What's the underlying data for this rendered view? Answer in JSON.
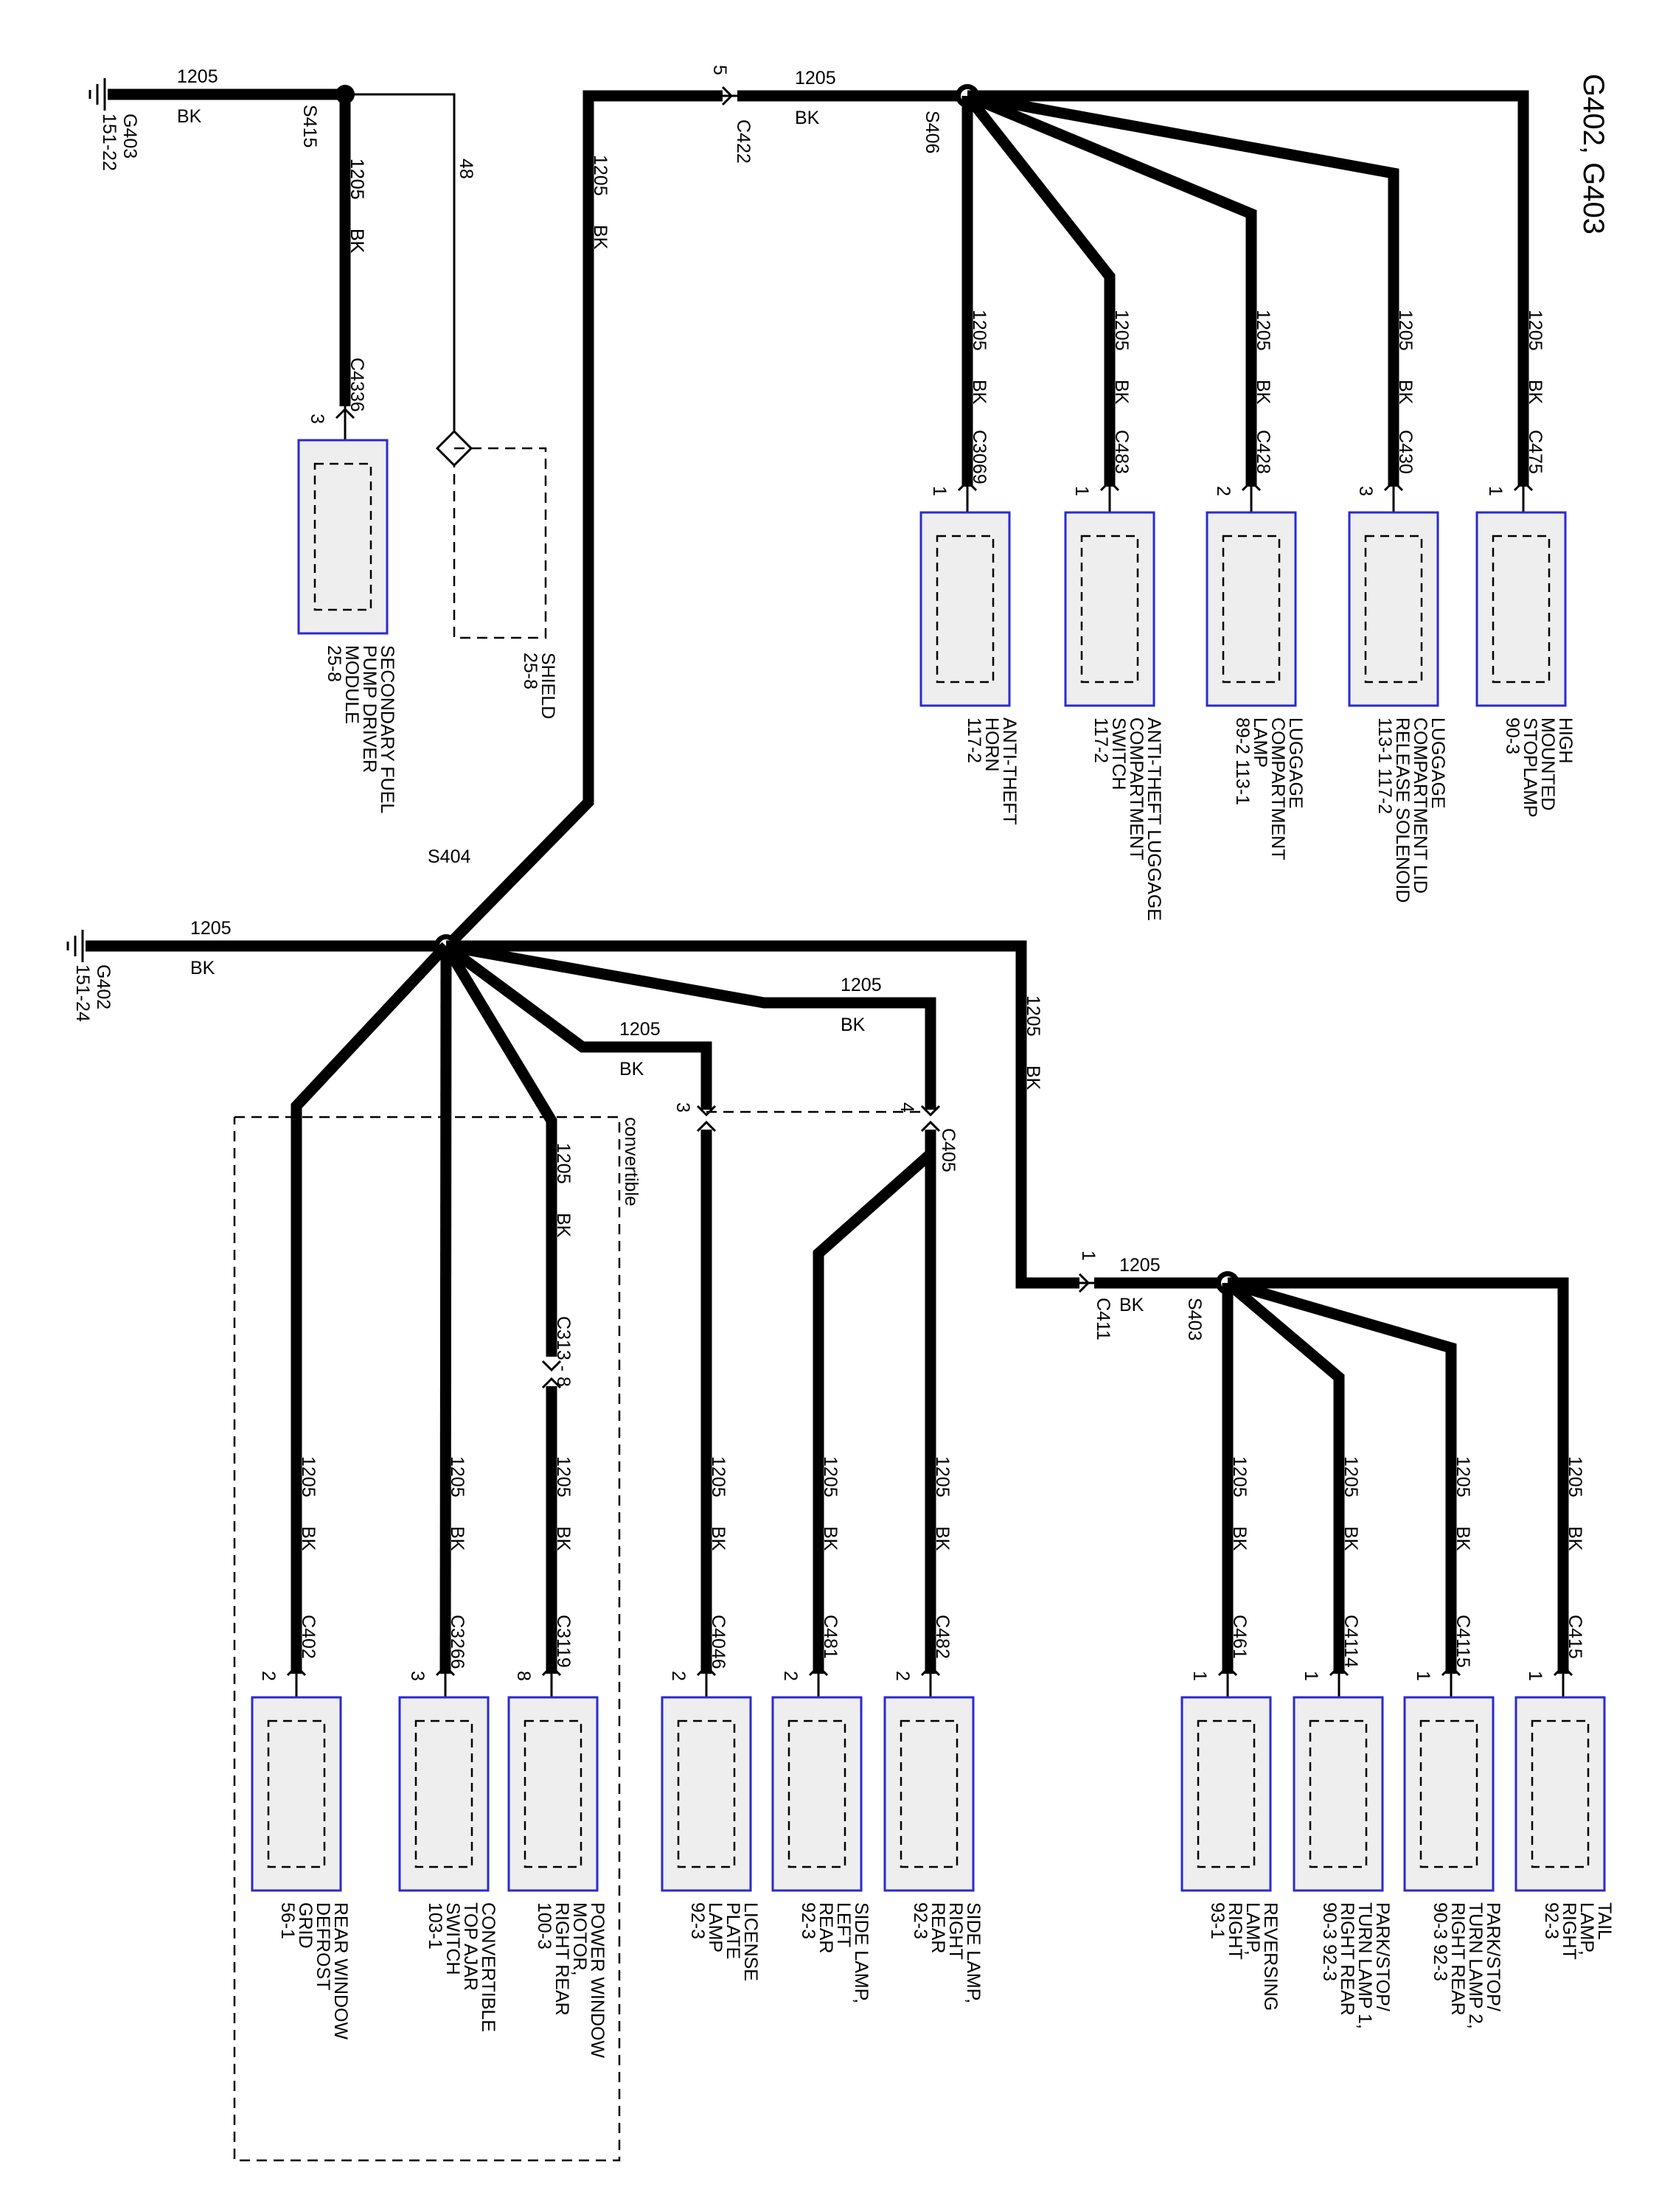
{
  "title": "G402, G403",
  "wire": {
    "circuit": "1205",
    "color": "BK"
  },
  "shield_circuit": "48",
  "grounds": [
    {
      "id": "g403",
      "name": "G403",
      "ref": "151-22"
    },
    {
      "id": "g402",
      "name": "G402",
      "ref": "151-24"
    }
  ],
  "splices": [
    {
      "id": "s415",
      "name": "S415"
    },
    {
      "id": "s406",
      "name": "S406"
    },
    {
      "id": "s404",
      "name": "S404"
    },
    {
      "id": "s403",
      "name": "S403"
    }
  ],
  "inline_connectors": [
    {
      "id": "c422",
      "name": "C422",
      "pin": "5"
    },
    {
      "id": "c405",
      "name": "C405",
      "pins": [
        "3",
        "4"
      ]
    },
    {
      "id": "c411",
      "name": "C411",
      "pin": "1"
    },
    {
      "id": "c313",
      "name": "C313 - 8"
    }
  ],
  "convertible_label": "convertible",
  "components": [
    {
      "id": "secondary-fuel-pump-driver-module",
      "connector": "C4336",
      "pin": "3",
      "label": [
        "SECONDARY FUEL",
        "PUMP DRIVER",
        "MODULE",
        "25-8"
      ]
    },
    {
      "id": "shield",
      "label": [
        "SHIELD",
        "25-8"
      ]
    },
    {
      "id": "anti-theft-horn",
      "connector": "C3069",
      "pin": "1",
      "label": [
        "ANTI-THEFT",
        "HORN",
        "117-2"
      ]
    },
    {
      "id": "anti-theft-luggage-compartment-switch",
      "connector": "C483",
      "pin": "1",
      "label": [
        "ANTI-THEFT LUGGAGE",
        "COMPARTMENT",
        "SWITCH",
        "117-2"
      ]
    },
    {
      "id": "luggage-compartment-lamp",
      "connector": "C428",
      "pin": "2",
      "label": [
        "LUGGAGE",
        "COMPARTMENT",
        "LAMP",
        "89-2        113-1"
      ]
    },
    {
      "id": "luggage-compartment-lid-release-solenoid",
      "connector": "C430",
      "pin": "3",
      "label": [
        "LUGGAGE",
        "COMPARTMENT LID",
        "RELEASE SOLENOID",
        "113-1     117-2"
      ]
    },
    {
      "id": "high-mounted-stoplamp",
      "connector": "C475",
      "pin": "1",
      "label": [
        "HIGH",
        "MOUNTED",
        "STOPLAMP",
        "90-3"
      ]
    },
    {
      "id": "rear-window-defrost-grid",
      "connector": "C402",
      "pin": "2",
      "label": [
        "REAR WINDOW",
        "DEFROST",
        "GRID",
        "56-1"
      ]
    },
    {
      "id": "convertible-top-ajar-switch",
      "connector": "C3266",
      "pin": "3",
      "label": [
        "CONVERTIBLE",
        "TOP AJAR",
        "SWITCH",
        "103-1"
      ]
    },
    {
      "id": "power-window-motor-right-rear",
      "connector": "C3119",
      "pin": "8",
      "label": [
        "POWER WINDOW",
        "MOTOR,",
        "RIGHT REAR",
        "100-3"
      ]
    },
    {
      "id": "license-plate-lamp",
      "connector": "C4046",
      "pin": "2",
      "label": [
        "LICENSE",
        "PLATE",
        "LAMP",
        "92-3"
      ]
    },
    {
      "id": "side-lamp-left-rear",
      "connector": "C481",
      "pin": "2",
      "label": [
        "SIDE LAMP,",
        "LEFT",
        "REAR",
        "92-3"
      ]
    },
    {
      "id": "side-lamp-right-rear",
      "connector": "C482",
      "pin": "2",
      "label": [
        "SIDE LAMP,",
        "RIGHT",
        "REAR",
        "92-3"
      ]
    },
    {
      "id": "reversing-lamp-right",
      "connector": "C461",
      "pin": "1",
      "label": [
        "REVERSING",
        "LAMP,",
        "RIGHT",
        "93-1"
      ]
    },
    {
      "id": "park-stop-turn-lamp-1-right-rear",
      "connector": "C4114",
      "pin": "1",
      "label": [
        "PARK/STOP/",
        "TURN LAMP 1,",
        "RIGHT REAR",
        "90-3    92-3"
      ]
    },
    {
      "id": "park-stop-turn-lamp-2-right-rear",
      "connector": "C4115",
      "pin": "1",
      "label": [
        "PARK/STOP/",
        "TURN LAMP 2,",
        "RIGHT REAR",
        "90-3    92-3"
      ]
    },
    {
      "id": "tail-lamp-right",
      "connector": "C415",
      "pin": "1",
      "label": [
        "TAIL",
        "LAMP,",
        "RIGHT",
        "92-3"
      ]
    }
  ]
}
